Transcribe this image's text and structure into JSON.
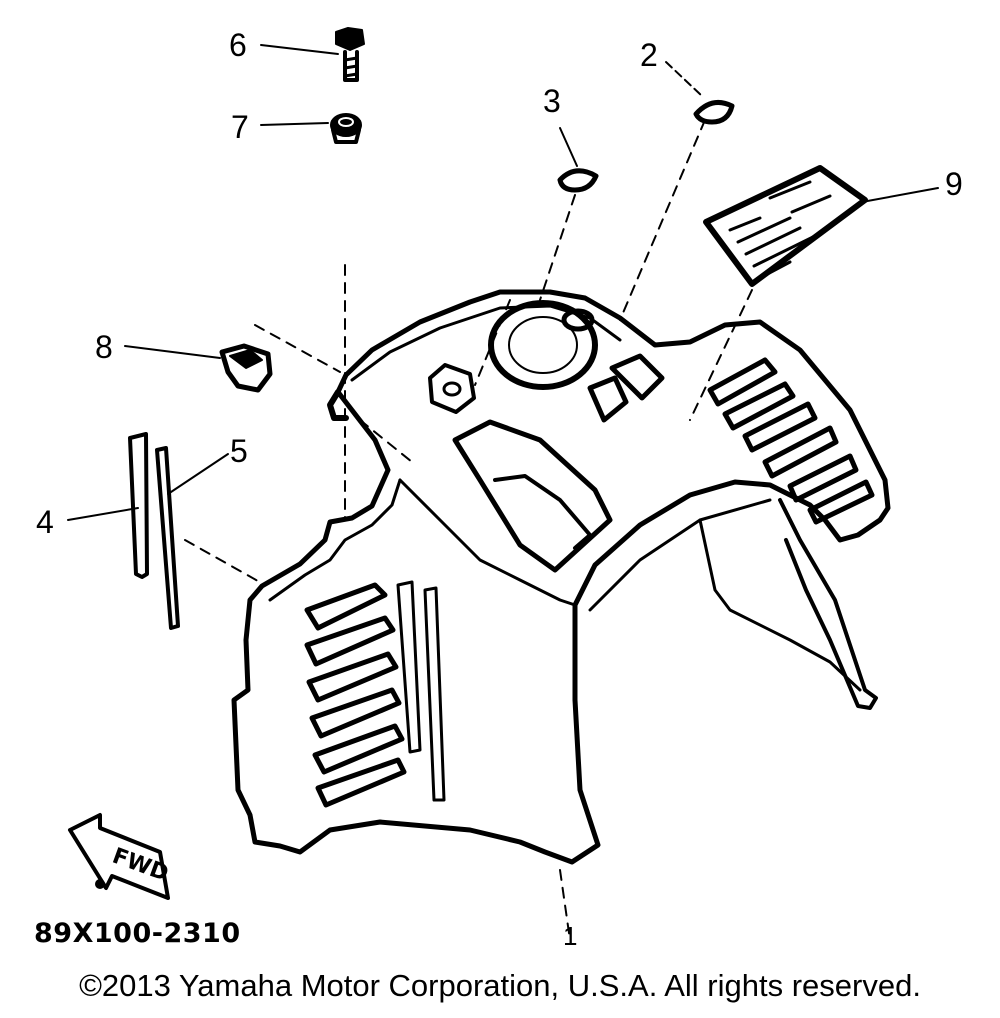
{
  "diagram": {
    "callouts": [
      {
        "id": "1",
        "label": "1"
      },
      {
        "id": "2",
        "label": "2"
      },
      {
        "id": "3",
        "label": "3"
      },
      {
        "id": "4",
        "label": "4"
      },
      {
        "id": "5",
        "label": "5"
      },
      {
        "id": "6",
        "label": "6"
      },
      {
        "id": "7",
        "label": "7"
      },
      {
        "id": "8",
        "label": "8"
      },
      {
        "id": "9",
        "label": "9"
      }
    ],
    "forward_arrow_label": "FWD",
    "part_code": "89X100-2310"
  },
  "footer": {
    "copyright": "©2013 Yamaha Motor Corporation, U.S.A. All rights reserved."
  }
}
